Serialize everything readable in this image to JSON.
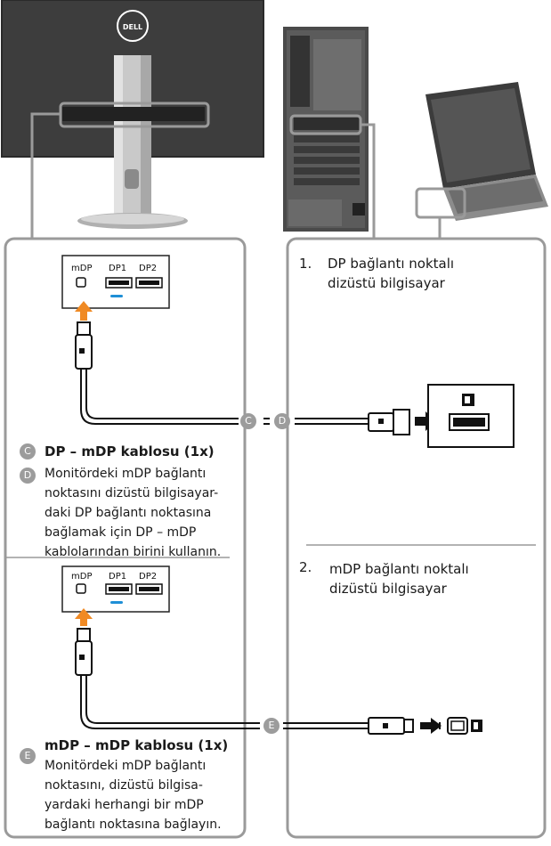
{
  "monitor": {
    "logo": "DELL"
  },
  "port_panel_top": {
    "mdp": "mDP",
    "dp1": "DP1",
    "dp2": "DP2"
  },
  "port_panel_bottom": {
    "mdp": "mDP",
    "dp1": "DP1",
    "dp2": "DP2"
  },
  "badges": {
    "c": "C",
    "d": "D",
    "e": "E"
  },
  "option1": {
    "number": "1.",
    "line1": "DP bağlantı noktalı",
    "line2": "dizüstü bilgisayar"
  },
  "option2": {
    "number": "2.",
    "line1": "mDP bağlantı noktalı",
    "line2": "dizüstü bilgisayar"
  },
  "section_c": {
    "heading": "DP – mDP kablosu (1x)"
  },
  "section_d": {
    "lines": [
      "Monitördeki mDP bağlantı",
      "noktasını dizüstü bilgisayar-",
      "daki DP bağlantı noktasına",
      "bağlamak için DP – mDP",
      "kablolarından birini kullanın."
    ]
  },
  "section_e": {
    "heading": "mDP – mDP kablosu (1x)",
    "lines": [
      "Monitördeki mDP bağlantı",
      "noktasını, dizüstü bilgisa-",
      "yardaki herhangi bir mDP",
      "bağlantı noktasına bağlayın."
    ]
  },
  "colors": {
    "frame": "#9a9a9a",
    "arrow": "#f08a24",
    "indicator": "#1f8fd6",
    "dark": "#2b2b2b"
  }
}
